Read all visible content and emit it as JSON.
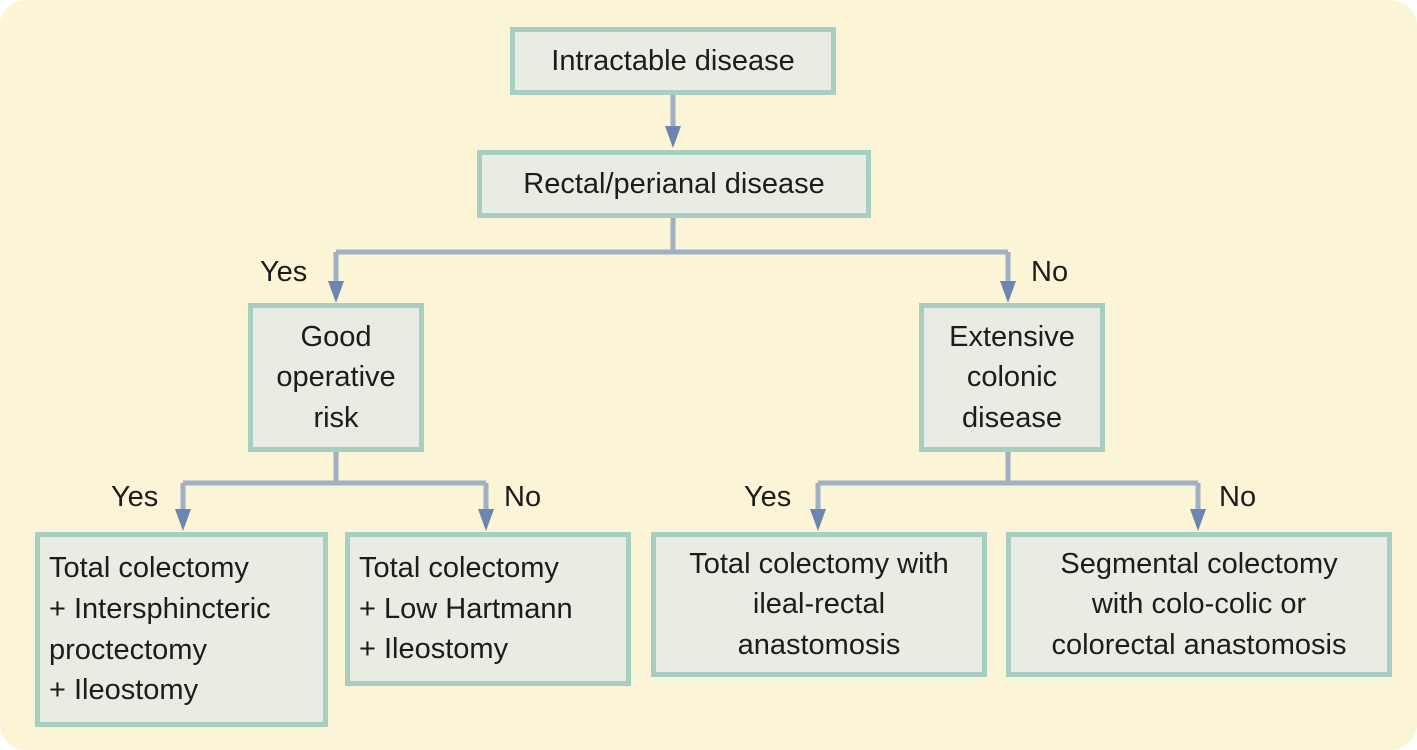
{
  "nodes": {
    "intractable": {
      "lines": [
        "Intractable disease"
      ]
    },
    "rectal": {
      "lines": [
        "Rectal/perianal disease"
      ]
    },
    "good_risk": {
      "lines": [
        "Good",
        "operative",
        "risk"
      ]
    },
    "extensive": {
      "lines": [
        "Extensive",
        "colonic",
        "disease"
      ]
    },
    "outcome_1": {
      "lines": [
        "Total colectomy",
        "+ Intersphincteric",
        "proctectomy",
        "+ Ileostomy"
      ]
    },
    "outcome_2": {
      "lines": [
        "Total colectomy",
        "+ Low Hartmann",
        "+ Ileostomy"
      ]
    },
    "outcome_3": {
      "lines": [
        "Total colectomy with",
        "ileal-rectal",
        "anastomosis"
      ]
    },
    "outcome_4": {
      "lines": [
        "Segmental colectomy",
        "with colo-colic or",
        "colorectal anastomosis"
      ]
    }
  },
  "labels": {
    "rectal_yes": "Yes",
    "rectal_no": "No",
    "risk_yes": "Yes",
    "risk_no": "No",
    "extensive_yes": "Yes",
    "extensive_no": "No"
  },
  "colors": {
    "background": "#fcf4d6",
    "box_fill": "#e8ece2",
    "box_border": "#a6cfc2",
    "connector": "#9fb0c4",
    "arrowhead": "#6b87b0"
  }
}
